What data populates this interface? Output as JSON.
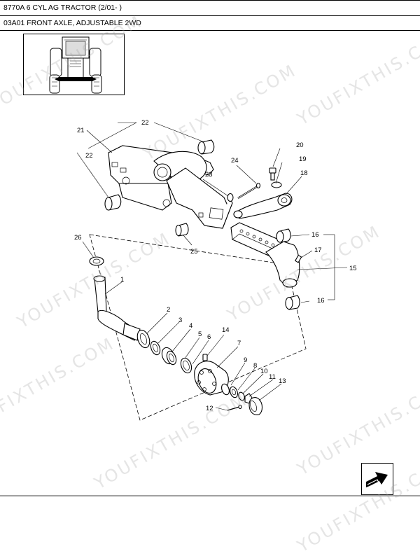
{
  "header": {
    "model_title": "8770A 6 CYL AG TRACTOR (2/01- )",
    "section_title": "03A01 FRONT AXLE, ADJUSTABLE 2WD"
  },
  "watermark": "YOUFIXTHIS.COM",
  "icons": {
    "thumbnail": "tractor-front-view-icon",
    "navigation": "next-page-arrow-icon"
  },
  "callouts": [
    {
      "num": "1"
    },
    {
      "num": "2"
    },
    {
      "num": "3"
    },
    {
      "num": "4"
    },
    {
      "num": "5"
    },
    {
      "num": "6"
    },
    {
      "num": "7"
    },
    {
      "num": "8"
    },
    {
      "num": "9"
    },
    {
      "num": "10"
    },
    {
      "num": "11"
    },
    {
      "num": "12"
    },
    {
      "num": "13"
    },
    {
      "num": "14"
    },
    {
      "num": "15"
    },
    {
      "num": "16"
    },
    {
      "num": "16"
    },
    {
      "num": "17"
    },
    {
      "num": "18"
    },
    {
      "num": "19"
    },
    {
      "num": "20"
    },
    {
      "num": "21"
    },
    {
      "num": "22"
    },
    {
      "num": "22"
    },
    {
      "num": "23"
    },
    {
      "num": "24"
    },
    {
      "num": "25"
    },
    {
      "num": "26"
    }
  ]
}
